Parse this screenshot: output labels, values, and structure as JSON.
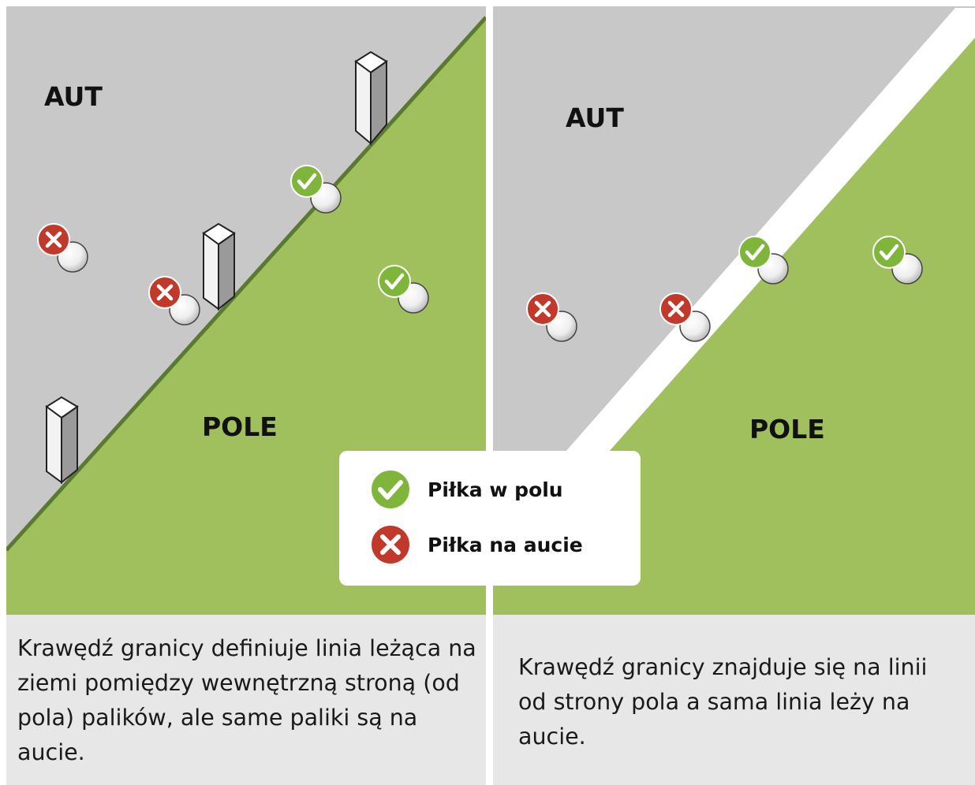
{
  "left": {
    "out_label": "AUT",
    "field_label": "POLE",
    "caption": "Krawędź granicy definiuje linia leżąca na ziemi pomiędzy wewnętrzną stroną (od pola) palików, ale same paliki są na aucie."
  },
  "right": {
    "out_label": "AUT",
    "field_label": "POLE",
    "caption": "Krawędź granicy znajduje się na linii od strony pola a sama linia leży na aucie."
  },
  "legend": {
    "in_label": "Piłka w polu",
    "out_label": "Piłka na aucie"
  },
  "colors": {
    "out_area": "#c8c8c8",
    "field": "#a0c05d",
    "boundary": "#5a7a32",
    "check": "#7fb53a",
    "cross": "#c0392b",
    "caption_bg": "#e7e7e7"
  }
}
